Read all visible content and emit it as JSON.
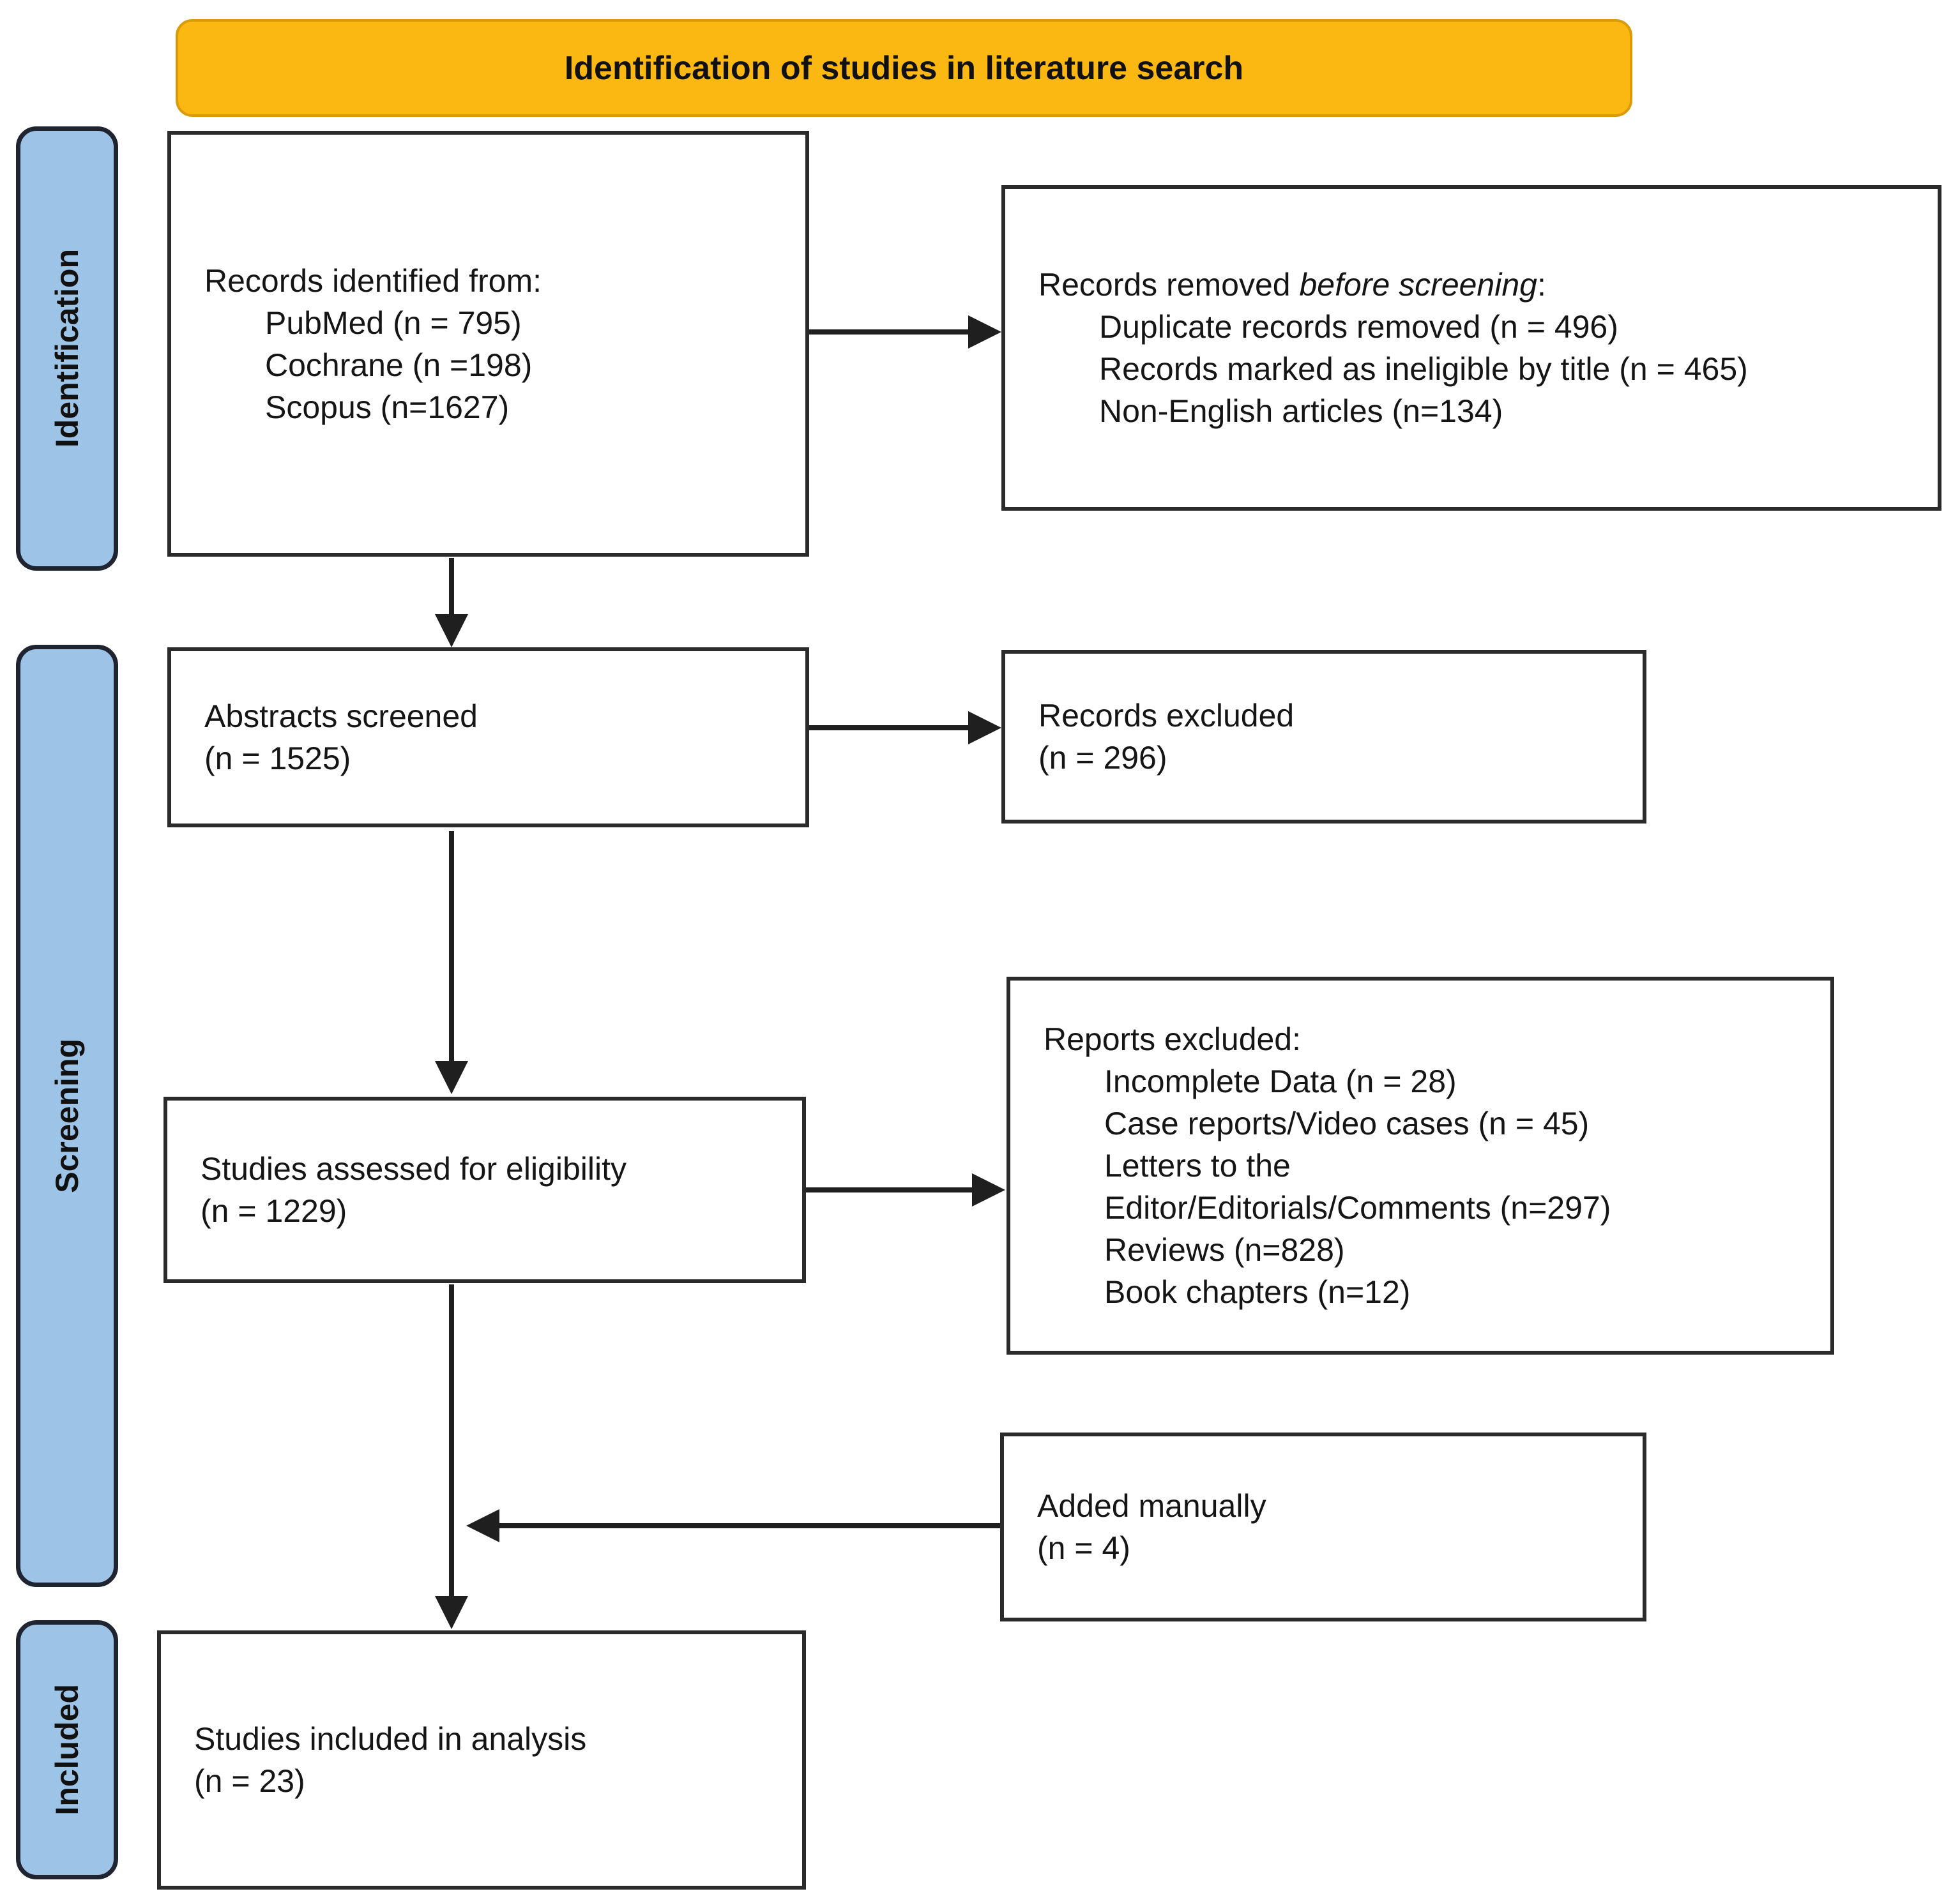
{
  "title": "Identification of studies in literature search",
  "stages": {
    "identification": "Identification",
    "screening": "Screening",
    "included": "Included"
  },
  "boxes": {
    "records_identified": {
      "title": "Records identified from:",
      "items": [
        "PubMed (n = 795)",
        "Cochrane (n =198)",
        "Scopus (n=1627)"
      ]
    },
    "records_removed": {
      "title_prefix": "Records removed ",
      "title_italic": "before screening",
      "title_suffix": ":",
      "items": [
        "Duplicate records removed (n = 496)",
        "Records marked as ineligible by title (n = 465)",
        "Non-English articles (n=134)"
      ]
    },
    "abstracts_screened": {
      "text": "Abstracts screened\n(n = 1525)"
    },
    "records_excluded": {
      "text": "Records excluded\n(n = 296)"
    },
    "studies_assessed": {
      "text": "Studies assessed for eligibility\n(n = 1229)"
    },
    "reports_excluded": {
      "title": "Reports excluded:",
      "items": [
        "Incomplete Data (n = 28)",
        "Case reports/Video cases (n = 45)",
        "Letters to the\nEditor/Editorials/Comments (n=297)",
        "Reviews (n=828)",
        "Book chapters (n=12)"
      ]
    },
    "added_manually": {
      "text": "Added manually\n(n = 4)"
    },
    "studies_included": {
      "text": "Studies included in analysis\n(n = 23)"
    }
  },
  "colors": {
    "banner_fill": "#FBB712",
    "stage_fill": "#9DC3E6",
    "stage_border": "#1F2430",
    "box_border": "#2B2B2B",
    "arrow": "#1F1F1F"
  }
}
